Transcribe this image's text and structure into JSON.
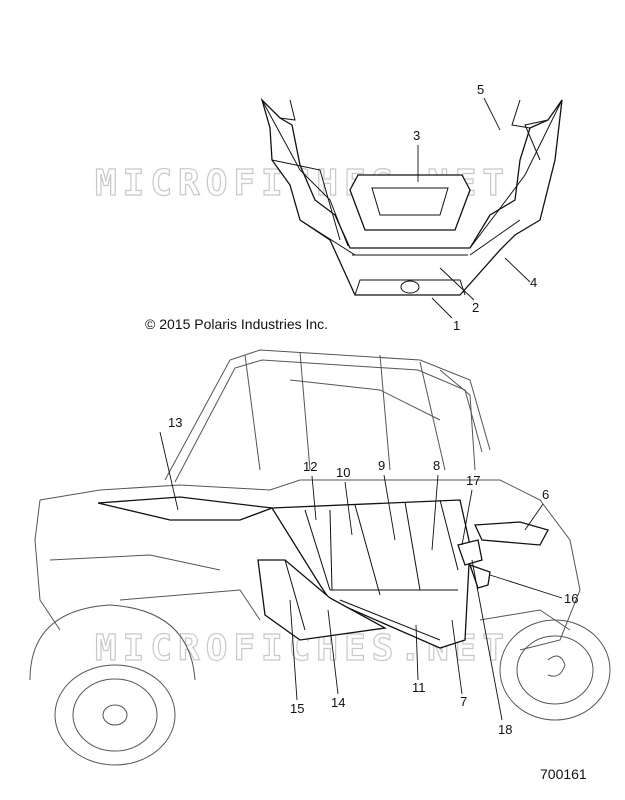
{
  "copyright": "© 2015 Polaris Industries Inc.",
  "part_number": "700161",
  "watermark": "MICROFICHES.NET",
  "callouts": [
    "1",
    "2",
    "3",
    "4",
    "5",
    "6",
    "7",
    "8",
    "9",
    "10",
    "11",
    "12",
    "13",
    "14",
    "15",
    "16",
    "17",
    "18"
  ]
}
